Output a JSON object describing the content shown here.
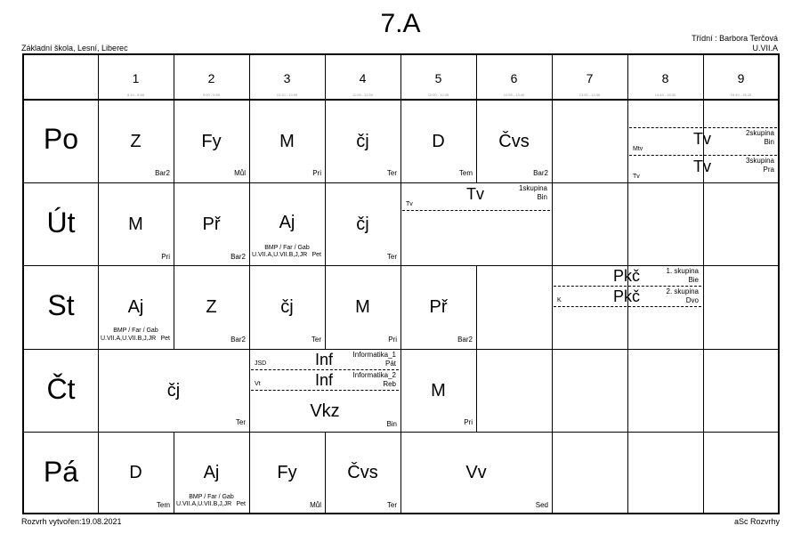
{
  "header": {
    "title": "7.A",
    "school": "Základní škola, Lesní, Liberec",
    "teacher": "Třídní : Barbora Terčová",
    "class_code": "U.VII.A"
  },
  "periods": [
    {
      "num": "1",
      "time": "8:10 - 8:55"
    },
    {
      "num": "2",
      "time": "9:00 - 9:55"
    },
    {
      "num": "3",
      "time": "10:10 - 10:55"
    },
    {
      "num": "4",
      "time": "11:05 - 11:50"
    },
    {
      "num": "5",
      "time": "12:00 - 12:45"
    },
    {
      "num": "6",
      "time": "12:55 - 13:40"
    },
    {
      "num": "7",
      "time": "13:50 - 14:35"
    },
    {
      "num": "8",
      "time": "14:45 - 15:30"
    },
    {
      "num": "9",
      "time": "15:40 - 16:25"
    }
  ],
  "days": [
    "Po",
    "Út",
    "St",
    "Čt",
    "Pá"
  ],
  "lessons": {
    "po": [
      {
        "subject": "Z",
        "room": "Bar2"
      },
      {
        "subject": "Fy",
        "room": "Můl"
      },
      {
        "subject": "M",
        "room": "Pri"
      },
      {
        "subject": "čj",
        "room": "Ter"
      },
      {
        "subject": "D",
        "room": "Tem"
      },
      {
        "subject": "Čvs",
        "room": "Bar2"
      }
    ],
    "po_groups": [
      {
        "subject": "Tv",
        "group": "2skupina",
        "teacher": "Bin",
        "left": "Mtv"
      },
      {
        "subject": "Tv",
        "group": "3skupina",
        "teacher": "Pra",
        "left": "Tv"
      }
    ],
    "ut": [
      {
        "subject": "M",
        "room": "Pri"
      },
      {
        "subject": "Př",
        "room": "Bar2"
      },
      {
        "subject": "Aj",
        "room": "Pet",
        "groups": "BMP / Far / Gab",
        "classes": "U.VII.A,U.VII.B,J,JR"
      },
      {
        "subject": "čj",
        "room": "Ter"
      }
    ],
    "ut_group": {
      "subject": "Tv",
      "group": "1skupina",
      "teacher": "Bin",
      "left": "Tv"
    },
    "st": [
      {
        "subject": "Aj",
        "room": "Pet",
        "groups": "BMP / Far / Gab",
        "classes": "U.VII.A,U.VII.B,J,JR"
      },
      {
        "subject": "Z",
        "room": "Bar2"
      },
      {
        "subject": "čj",
        "room": "Ter"
      },
      {
        "subject": "M",
        "room": "Pri"
      },
      {
        "subject": "Př",
        "room": "Bar2"
      }
    ],
    "st_groups": [
      {
        "subject": "Pkč",
        "group": "1. skupina",
        "teacher": "Bie",
        "left": ""
      },
      {
        "subject": "Pkč",
        "group": "2. skupina",
        "teacher": "Dvo",
        "left": "K"
      }
    ],
    "ct": {
      "cj": {
        "subject": "čj",
        "room": "Ter"
      },
      "inf1": {
        "subject": "Inf",
        "group": "Informatika_1",
        "teacher": "Pát",
        "left": "JSD"
      },
      "inf2": {
        "subject": "Inf",
        "group": "Informatika_2",
        "teacher": "Reb",
        "left": "Vt"
      },
      "vkz": {
        "subject": "Vkz",
        "room": "Bin"
      },
      "m": {
        "subject": "M",
        "room": "Pri"
      }
    },
    "pa": [
      {
        "subject": "D",
        "room": "Tem"
      },
      {
        "subject": "Aj",
        "room": "Pet",
        "groups": "BMP / Far / Gab",
        "classes": "U.VII.A,U.VII.B,J,JR"
      },
      {
        "subject": "Fy",
        "room": "Můl"
      },
      {
        "subject": "Čvs",
        "room": "Ter"
      },
      {
        "subject": "Vv",
        "room": "Sed"
      }
    ]
  },
  "footer": {
    "created": "Rozvrh vytvořen:19.08.2021",
    "software": "aSc Rozvrhy"
  }
}
